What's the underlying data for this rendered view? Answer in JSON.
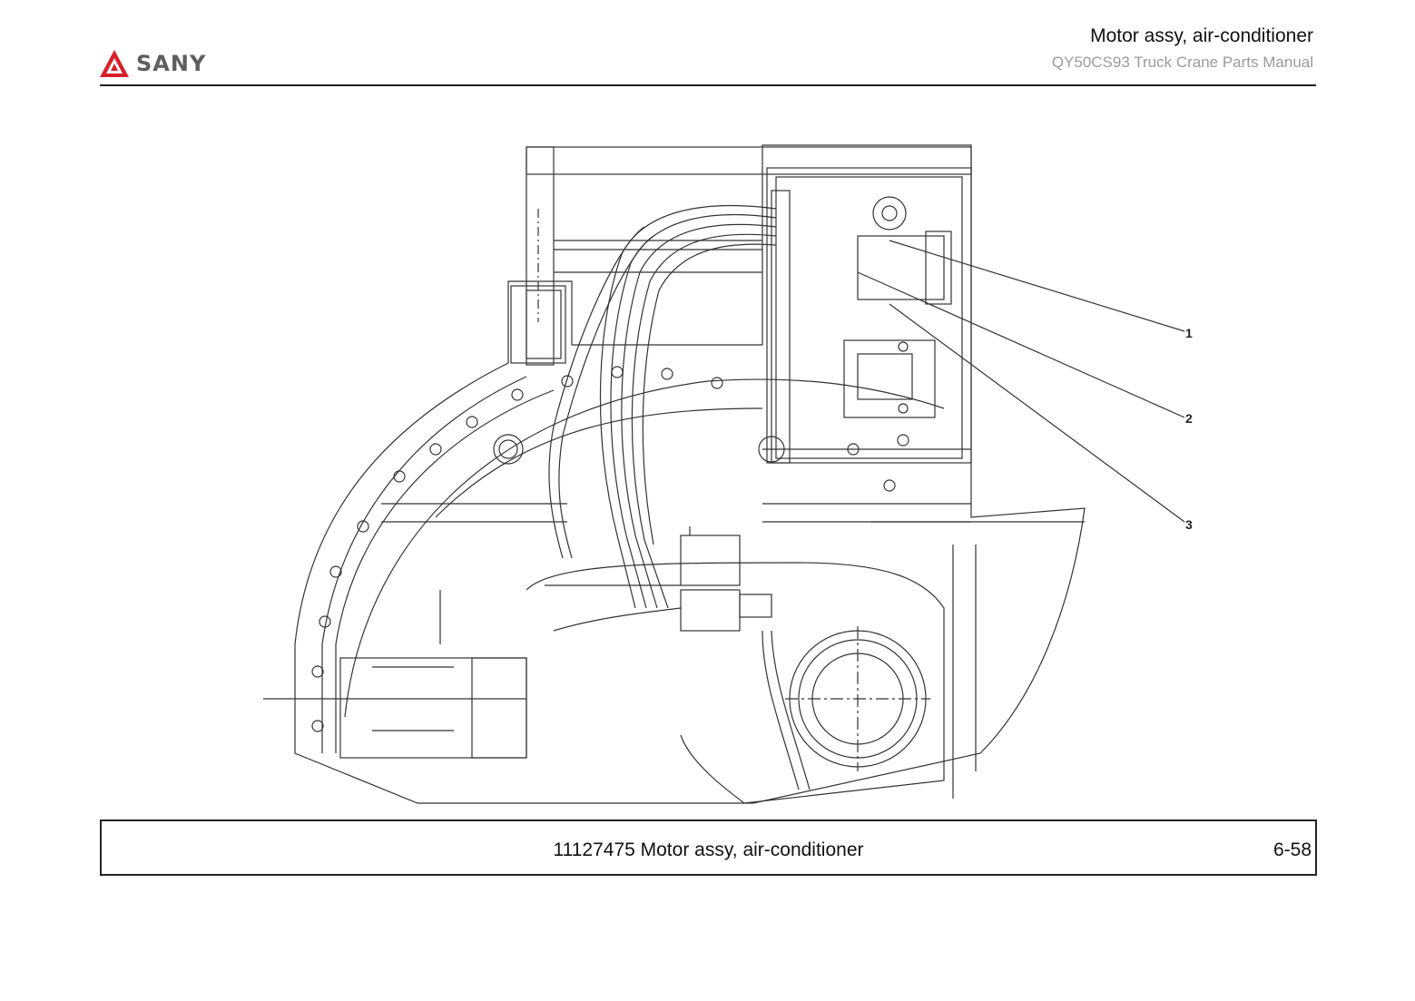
{
  "header": {
    "logo_text": "SANY",
    "title": "Motor assy, air-conditioner",
    "subtitle": "QY50CS93 Truck Crane  Parts Manual"
  },
  "callouts": [
    {
      "label": "1"
    },
    {
      "label": "2"
    },
    {
      "label": "3"
    }
  ],
  "caption": {
    "text": "11127475 Motor assy, air-conditioner",
    "page": "6-58"
  },
  "colors": {
    "brand_red": "#d6202a",
    "line": "#333333",
    "subtitle_gray": "#9a9a9a"
  }
}
